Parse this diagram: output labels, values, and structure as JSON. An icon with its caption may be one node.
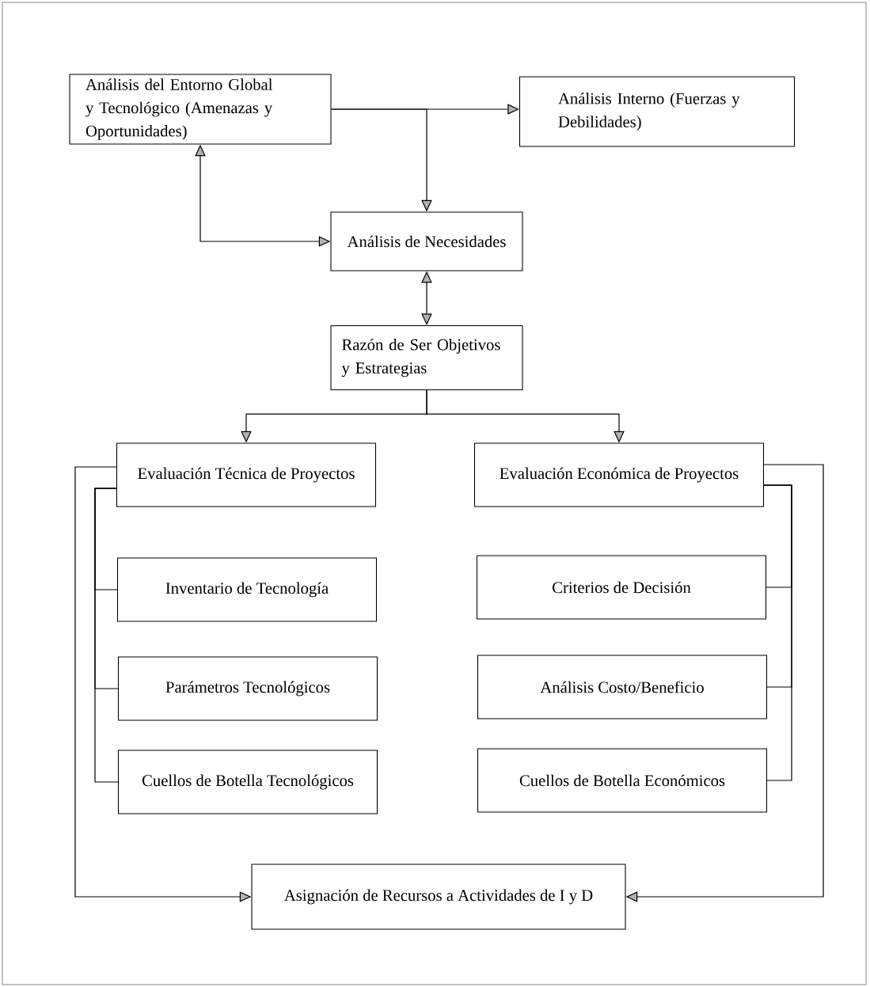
{
  "diagram": {
    "nodes": [
      {
        "text": [
          "Análisis del Entorno Global y Tecnológico (Amenazas y Oportunidades)"
        ]
      },
      {
        "text": [
          "Análisis Interno (Fuerzas y Debilidades)"
        ]
      },
      {
        "text": [
          "Análisis de Necesidades"
        ]
      },
      {
        "text": [
          "Razón de Ser Objetivos y Estrategias"
        ]
      },
      {
        "text": [
          "Evaluación Técnica de Proyectos"
        ]
      },
      {
        "text": [
          "Evaluación Económica de Proyectos"
        ]
      },
      {
        "text": [
          "Inventario de Tecnología"
        ]
      },
      {
        "text": [
          "Parámetros Tecnológicos"
        ]
      },
      {
        "text": [
          "Cuellos de Botella Tecnológicos"
        ]
      },
      {
        "text": [
          "Criterios de Decisión"
        ]
      },
      {
        "text": [
          "Análisis Costo/Beneficio"
        ]
      },
      {
        "text": [
          "Cuellos de Botella Económicos"
        ]
      },
      {
        "text": [
          "Asignación de Recursos a Actividades de I y D"
        ]
      }
    ],
    "edges": [
      {
        "from": 0,
        "to": 1,
        "arrow": "to"
      },
      {
        "from": 0,
        "to": 2,
        "arrow": "to"
      },
      {
        "from": 0,
        "to": 2,
        "arrow": "both"
      },
      {
        "from": 2,
        "to": 3,
        "arrow": "both"
      },
      {
        "from": 3,
        "to": 4,
        "arrow": "to"
      },
      {
        "from": 3,
        "to": 5,
        "arrow": "to"
      },
      {
        "from": 4,
        "to": 6,
        "arrow": "none"
      },
      {
        "from": 4,
        "to": 7,
        "arrow": "none"
      },
      {
        "from": 4,
        "to": 8,
        "arrow": "none"
      },
      {
        "from": 5,
        "to": 9,
        "arrow": "none"
      },
      {
        "from": 5,
        "to": 10,
        "arrow": "none"
      },
      {
        "from": 5,
        "to": 11,
        "arrow": "none"
      },
      {
        "from": 4,
        "to": 12,
        "arrow": "to"
      },
      {
        "from": 5,
        "to": 12,
        "arrow": "to"
      }
    ]
  }
}
